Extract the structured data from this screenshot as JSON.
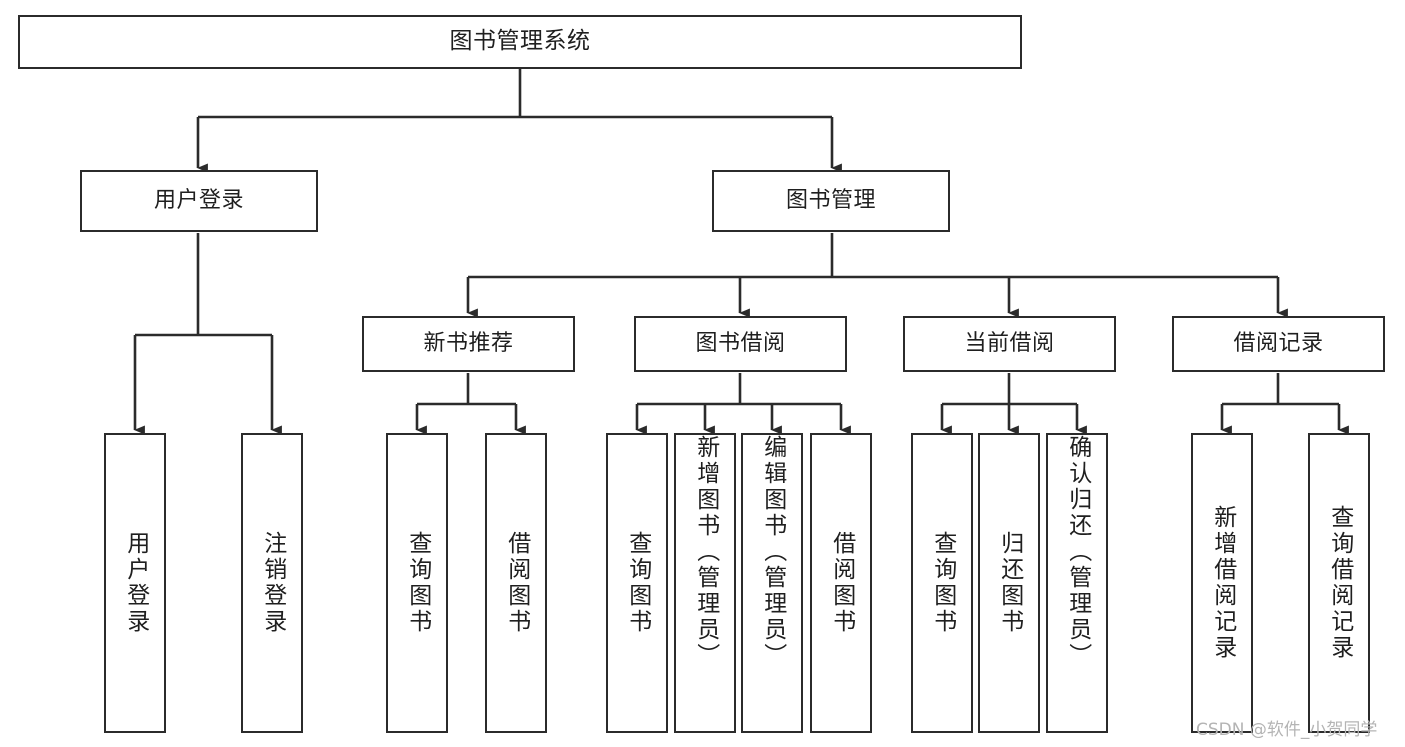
{
  "diagram": {
    "title": "图书管理系统",
    "type": "functional-structure-tree",
    "stroke_color": "#2b2b2b",
    "text_color": "#1f1f1f",
    "background_color": "#ffffff",
    "watermark": "CSDN @软件_小贺同学",
    "root": {
      "label": "图书管理系统"
    },
    "level1": [
      {
        "label": "用户登录"
      },
      {
        "label": "图书管理"
      }
    ],
    "level2": [
      {
        "label": "新书推荐"
      },
      {
        "label": "图书借阅"
      },
      {
        "label": "当前借阅"
      },
      {
        "label": "借阅记录"
      }
    ],
    "leaves": {
      "user_login": [
        {
          "label": "用户登录"
        },
        {
          "label": "注销登录"
        }
      ],
      "new_book_recommend": [
        {
          "label": "查询图书"
        },
        {
          "label": "借阅图书"
        }
      ],
      "book_borrow": [
        {
          "label": "查询图书"
        },
        {
          "label": "新增图书（管理员）"
        },
        {
          "label": "编辑图书（管理员）"
        },
        {
          "label": "借阅图书"
        }
      ],
      "current_borrow": [
        {
          "label": "查询图书"
        },
        {
          "label": "归还图书"
        },
        {
          "label": "确认归还（管理员）"
        }
      ],
      "borrow_record": [
        {
          "label": "新增借阅记录"
        },
        {
          "label": "查询借阅记录"
        }
      ]
    }
  }
}
